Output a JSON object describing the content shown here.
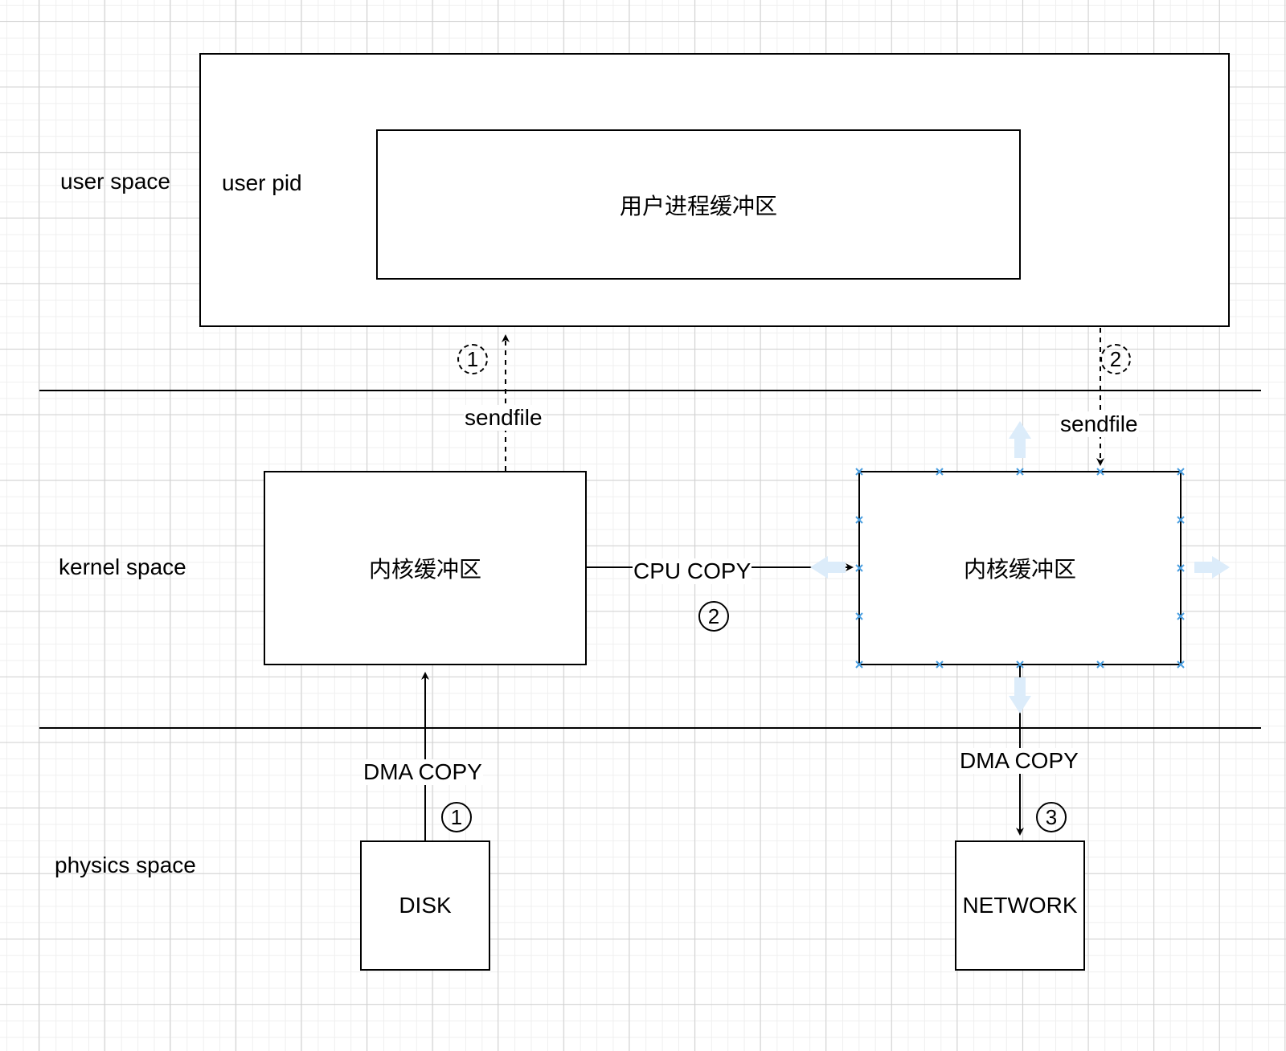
{
  "zones": {
    "user": "user space",
    "kernel": "kernel space",
    "physics": "physics space"
  },
  "user_process": {
    "label": "user pid",
    "buffer": "用户进程缓冲区"
  },
  "kernel": {
    "left_buffer": "内核缓冲区",
    "right_buffer": "内核缓冲区",
    "right_buffer_selected": true
  },
  "devices": {
    "disk": "DISK",
    "network": "NETWORK"
  },
  "edges": {
    "sendfile_left": {
      "label": "sendfile",
      "step": "1",
      "style": "dashed"
    },
    "sendfile_right": {
      "label": "sendfile",
      "step": "2",
      "style": "dashed"
    },
    "cpu_copy": {
      "label": "CPU COPY",
      "step": "2"
    },
    "dma_copy_disk": {
      "label": "DMA COPY",
      "step": "1"
    },
    "dma_copy_network": {
      "label": "DMA COPY",
      "step": "3"
    }
  },
  "colors": {
    "stroke": "#000000",
    "selection_handle": "#4a9ee0",
    "hover_arrow": "#dcecfa"
  }
}
